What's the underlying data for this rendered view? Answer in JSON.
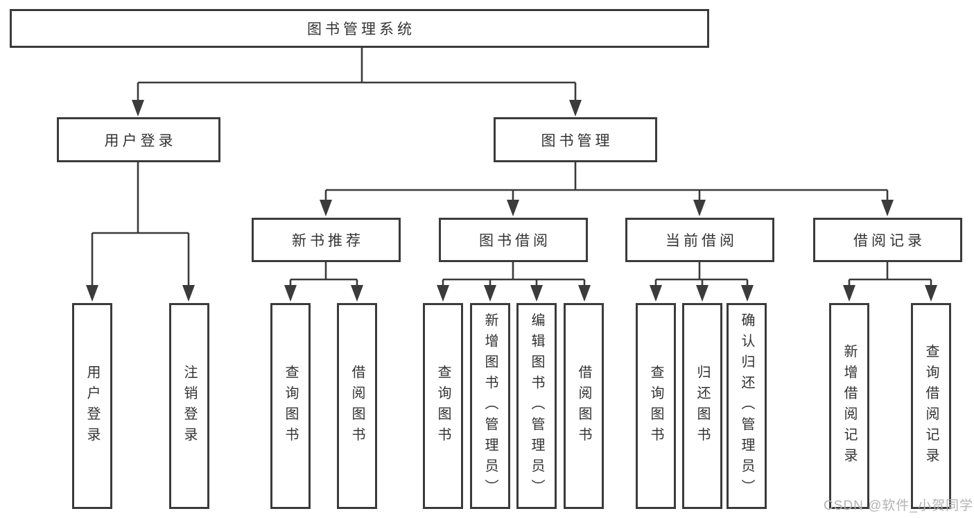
{
  "colors": {
    "line": "#3b3b3b",
    "box_border": "#3b3b3b",
    "text": "#333333",
    "watermark": "#b3b3b3",
    "background": "#ffffff"
  },
  "watermark": {
    "text": "CSDN @软件_小贺同学"
  },
  "tree": {
    "label": "图书管理系统",
    "children": [
      {
        "label": "用户登录",
        "children": [
          {
            "label": "用户登录"
          },
          {
            "label": "注销登录"
          }
        ]
      },
      {
        "label": "图书管理",
        "children": [
          {
            "label": "新书推荐",
            "children": [
              {
                "label": "查询图书"
              },
              {
                "label": "借阅图书"
              }
            ]
          },
          {
            "label": "图书借阅",
            "children": [
              {
                "label": "查询图书"
              },
              {
                "label": "新增图书（管理员）"
              },
              {
                "label": "编辑图书（管理员）"
              },
              {
                "label": "借阅图书"
              }
            ]
          },
          {
            "label": "当前借阅",
            "children": [
              {
                "label": "查询图书"
              },
              {
                "label": "归还图书"
              },
              {
                "label": "确认归还（管理员）"
              }
            ]
          },
          {
            "label": "借阅记录",
            "children": [
              {
                "label": "新增借阅记录"
              },
              {
                "label": "查询借阅记录"
              }
            ]
          }
        ]
      }
    ]
  }
}
